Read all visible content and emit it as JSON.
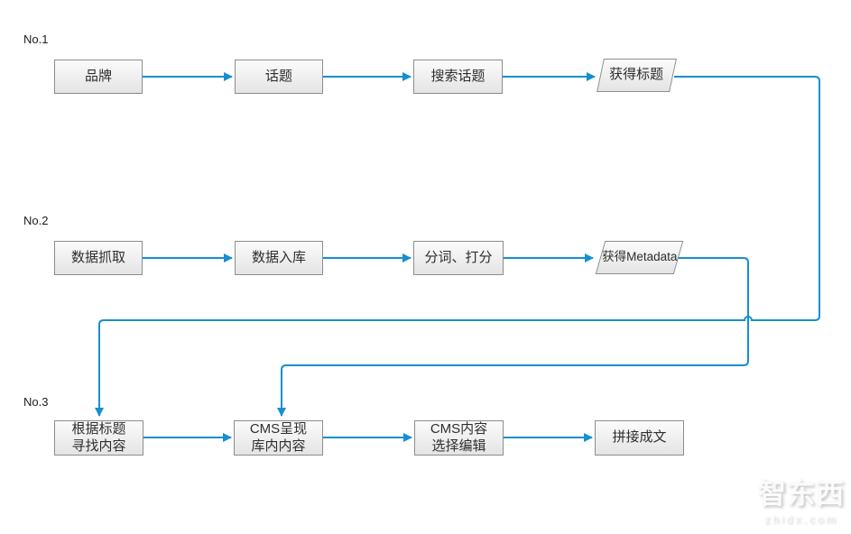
{
  "colors": {
    "line": "#168fd0",
    "box-border": "#8d8d8d",
    "box-top": "#fbfbfb",
    "box-bottom": "#e4e4e4",
    "text": "#2e2e2e"
  },
  "rows": [
    {
      "label": "No.1",
      "steps": [
        {
          "lines": [
            "品牌"
          ],
          "shape": "rect"
        },
        {
          "lines": [
            "话题"
          ],
          "shape": "rect"
        },
        {
          "lines": [
            "搜索话题"
          ],
          "shape": "rect"
        },
        {
          "lines": [
            "获得标题"
          ],
          "shape": "parallelogram"
        }
      ]
    },
    {
      "label": "No.2",
      "steps": [
        {
          "lines": [
            "数据抓取"
          ],
          "shape": "rect"
        },
        {
          "lines": [
            "数据入库"
          ],
          "shape": "rect"
        },
        {
          "lines": [
            "分词、打分"
          ],
          "shape": "rect"
        },
        {
          "lines": [
            "获得Metadata"
          ],
          "shape": "parallelogram"
        }
      ]
    },
    {
      "label": "No.3",
      "steps": [
        {
          "lines": [
            "根据标题",
            "寻找内容"
          ],
          "shape": "rect"
        },
        {
          "lines": [
            "CMS呈现",
            "库内内容"
          ],
          "shape": "rect"
        },
        {
          "lines": [
            "CMS内容",
            "选择编辑"
          ],
          "shape": "rect"
        },
        {
          "lines": [
            "拼接成文"
          ],
          "shape": "rect"
        }
      ]
    }
  ],
  "watermark": {
    "brand": "智东西",
    "domain": "zhidx.com"
  }
}
